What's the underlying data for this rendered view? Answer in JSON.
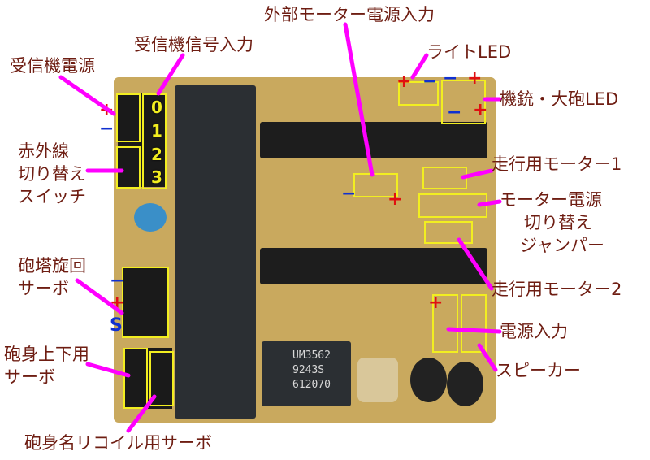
{
  "labels": {
    "ext_motor_power": "外部モーター電源入力",
    "receiver_signal": "受信機信号入力",
    "receiver_power": "受信機電源",
    "light_led": "ライトLED",
    "gun_cannon_led": "機銃・大砲LED",
    "ir_switch": [
      "赤外線",
      "切り替え",
      "スイッチ"
    ],
    "drive_motor1": "走行用モーター1",
    "motor_power_jumper": [
      "モーター電源",
      "切り替え",
      "ジャンパー"
    ],
    "turret_servo": [
      "砲塔旋回",
      "サーボ"
    ],
    "drive_motor2": "走行用モーター2",
    "power_input": "電源入力",
    "barrel_updown_servo": [
      "砲身上下用",
      "サーボ"
    ],
    "speaker": "スピーカー",
    "recoil_servo": "砲身名リコイル用サーボ"
  },
  "channels": [
    "0",
    "1",
    "2",
    "3"
  ],
  "symbols": {
    "plus": "+",
    "minus": "−",
    "signal": "S"
  },
  "chip": {
    "line1": "UM3562",
    "line2": "9243S",
    "line3": "612070"
  },
  "colors": {
    "label": "#6e1d12",
    "arrow": "#ff00ff",
    "box": "#f2ee20",
    "plus": "#e01010",
    "minus": "#1030d0"
  }
}
